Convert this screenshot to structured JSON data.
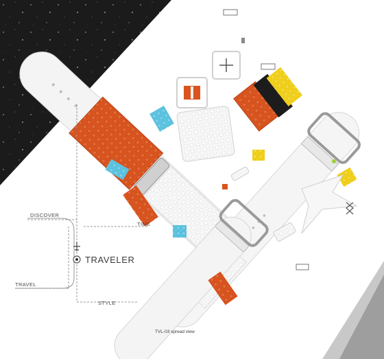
{
  "diagram": {
    "hub_label": "TRAVELER",
    "branch_labels": [
      "DISCOVER",
      "TIME",
      "TRAVEL",
      "STYLE"
    ],
    "caption": "TVL-03 spread view"
  },
  "colors": {
    "band": "#f4f4f4",
    "band_stroke": "#d6d6d6",
    "orange": "#d9541e",
    "orange_dark": "#b8431a",
    "blue": "#5cc3e0",
    "yellow": "#f2d019",
    "black": "#1c1c1c",
    "line": "#7a7a7a",
    "space": "#1b1b1b"
  }
}
